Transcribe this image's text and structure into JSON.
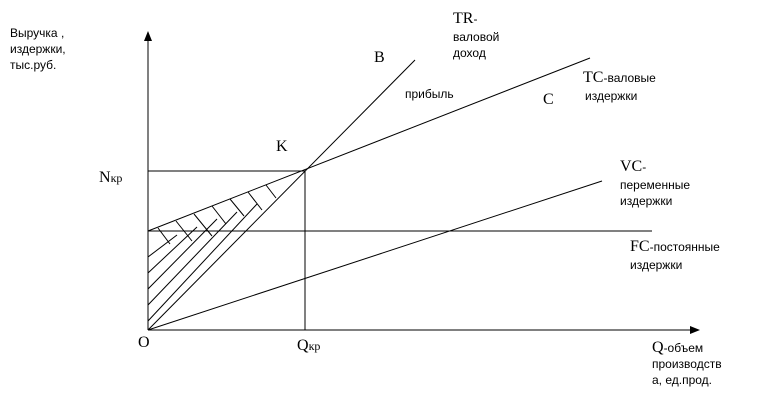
{
  "y_axis_label": [
    "Выручка ,",
    "издержки,",
    "тыс.руб."
  ],
  "x_axis_label": {
    "symbol": "Q",
    "text": [
      "-объем",
      "производств",
      "а, ед.прод."
    ]
  },
  "origin_label": "O",
  "point_labels": {
    "k": "K",
    "b": "B",
    "c": "C",
    "n_kr": {
      "main": "N",
      "sub": "кр"
    },
    "q_kr": {
      "main": "Q",
      "sub": "кр"
    }
  },
  "profit_label": "прибыль",
  "lines": {
    "tr": {
      "abbr": "TR",
      "text": [
        "-",
        "валовой",
        "доход"
      ]
    },
    "tc": {
      "abbr": "TC",
      "text": [
        "-валовые",
        "издержки"
      ]
    },
    "vc": {
      "abbr": "VC",
      "text": [
        "-",
        "переменные",
        "издержки"
      ]
    },
    "fc": {
      "abbr": "FC",
      "text": [
        "-постоянные",
        "издержки"
      ]
    }
  }
}
